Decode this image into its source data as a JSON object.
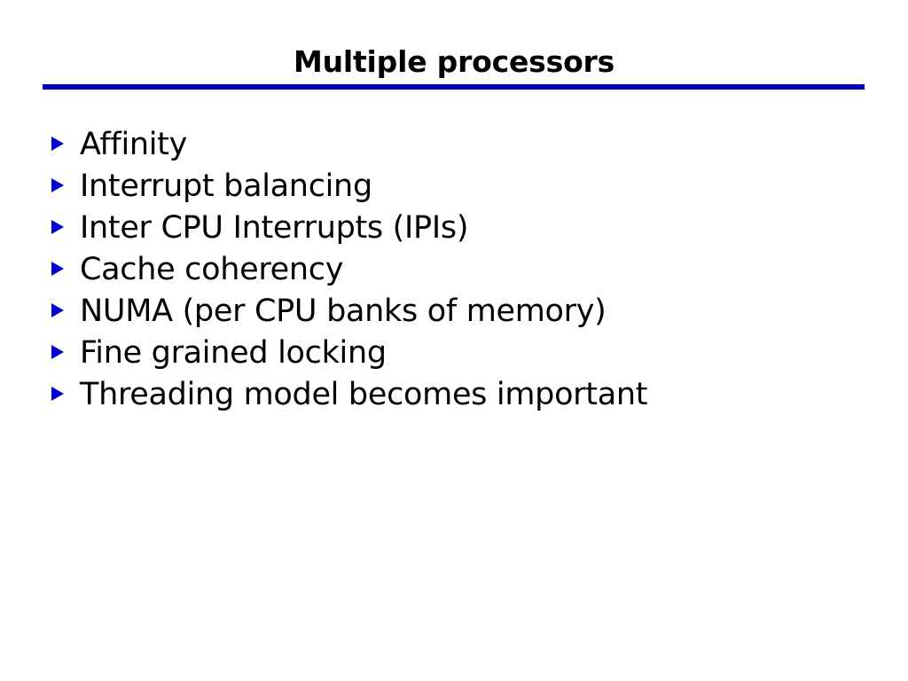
{
  "slide": {
    "title": "Multiple processors",
    "background_color": "#ffffff",
    "title_color": "#000000",
    "rule_color": "#0000c8",
    "bullet_marker_color": "#0000d2",
    "body_text_color": "#000000",
    "bullets": [
      {
        "text": "Affinity",
        "marker": "triangle-right-bullet-icon"
      },
      {
        "text": "Interrupt balancing",
        "marker": "triangle-right-bullet-icon"
      },
      {
        "text": "Inter CPU Interrupts (IPIs)",
        "marker": "triangle-right-bullet-icon"
      },
      {
        "text": "Cache coherency",
        "marker": "triangle-right-bullet-icon"
      },
      {
        "text": "NUMA (per CPU banks of memory)",
        "marker": "triangle-right-bullet-icon"
      },
      {
        "text": "Fine grained locking",
        "marker": "triangle-right-bullet-icon"
      },
      {
        "text": "Threading model becomes important",
        "marker": "triangle-right-bullet-icon"
      }
    ]
  }
}
